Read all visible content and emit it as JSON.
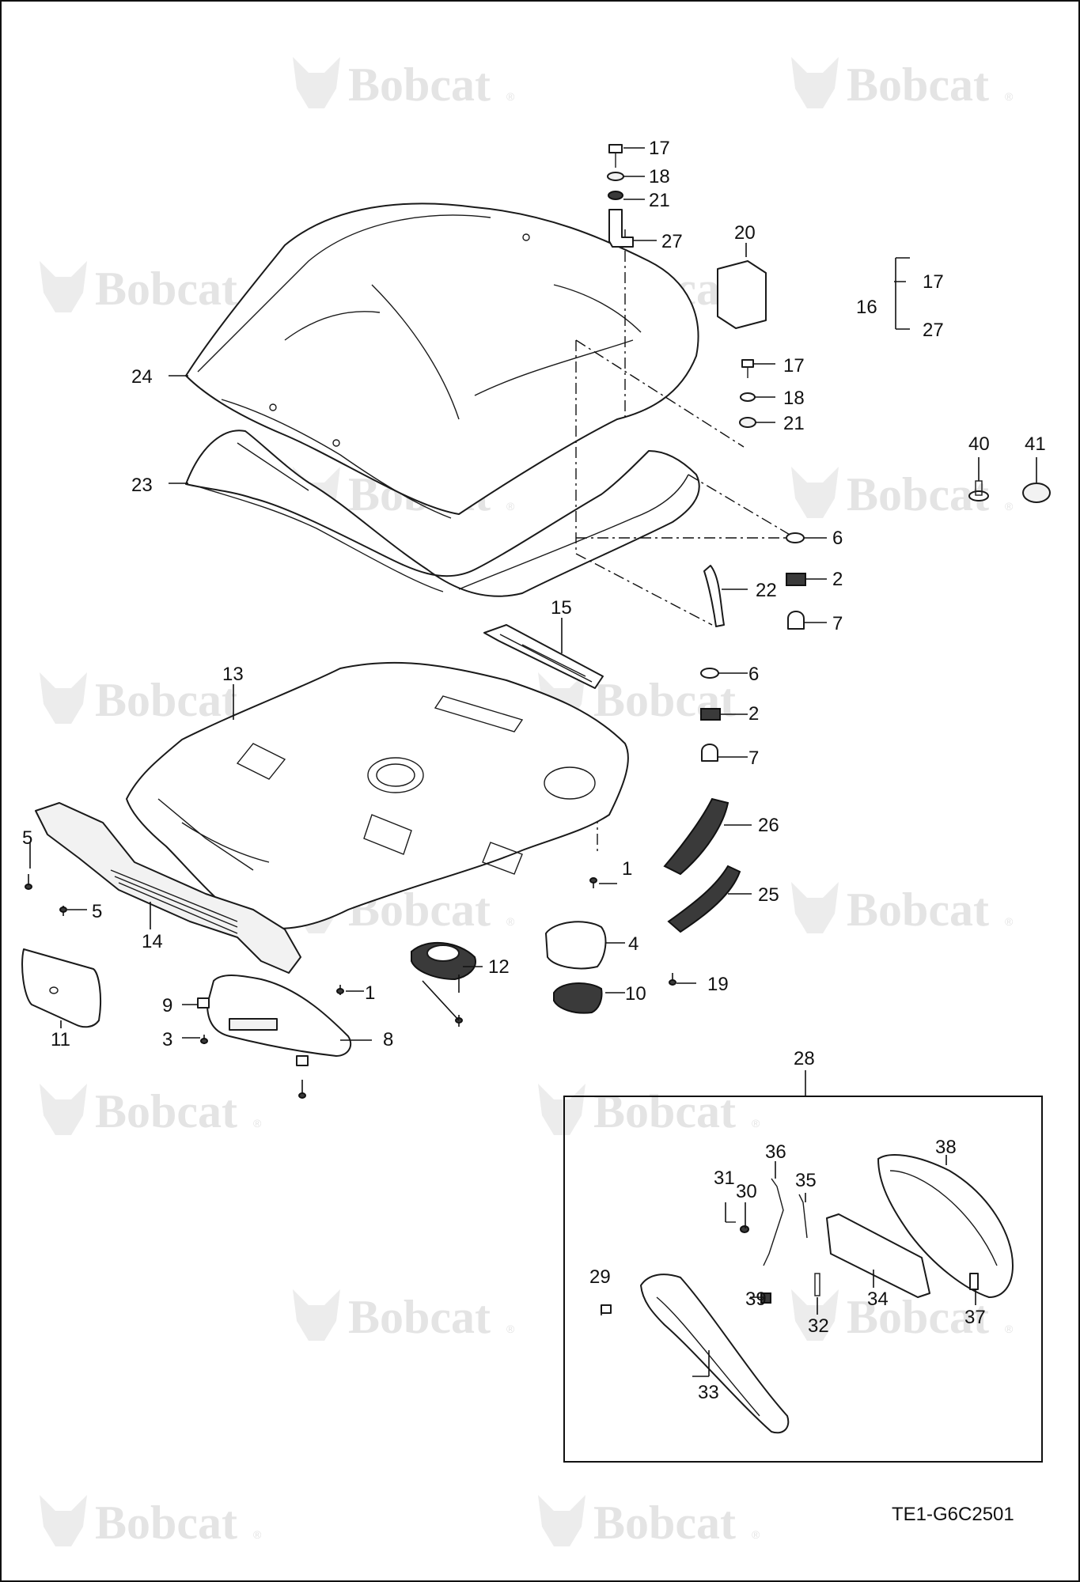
{
  "watermark": {
    "brand": "Bobcat",
    "mark": "®"
  },
  "drawing_number": "TE1-G6C2501",
  "callouts": {
    "c1a": "1",
    "c1b": "1",
    "c2a": "2",
    "c2b": "2",
    "c3": "3",
    "c4": "4",
    "c5a": "5",
    "c5b": "5",
    "c6a": "6",
    "c6b": "6",
    "c7a": "7",
    "c7b": "7",
    "c8": "8",
    "c9": "9",
    "c10": "10",
    "c11": "11",
    "c12": "12",
    "c13": "13",
    "c14": "14",
    "c15": "15",
    "c16": "16",
    "c16_a": "17",
    "c16_b": "27",
    "c17a": "17",
    "c17b": "17",
    "c18a": "18",
    "c18b": "18",
    "c19": "19",
    "c20": "20",
    "c21a": "21",
    "c21b": "21",
    "c22": "22",
    "c23": "23",
    "c24": "24",
    "c25": "25",
    "c26": "26",
    "c27": "27",
    "c28": "28",
    "c29": "29",
    "c30": "30",
    "c31": "31",
    "c32": "32",
    "c33": "33",
    "c34": "34",
    "c35": "35",
    "c36": "36",
    "c37": "37",
    "c38": "38",
    "c39": "39",
    "c40": "40",
    "c41": "41"
  }
}
